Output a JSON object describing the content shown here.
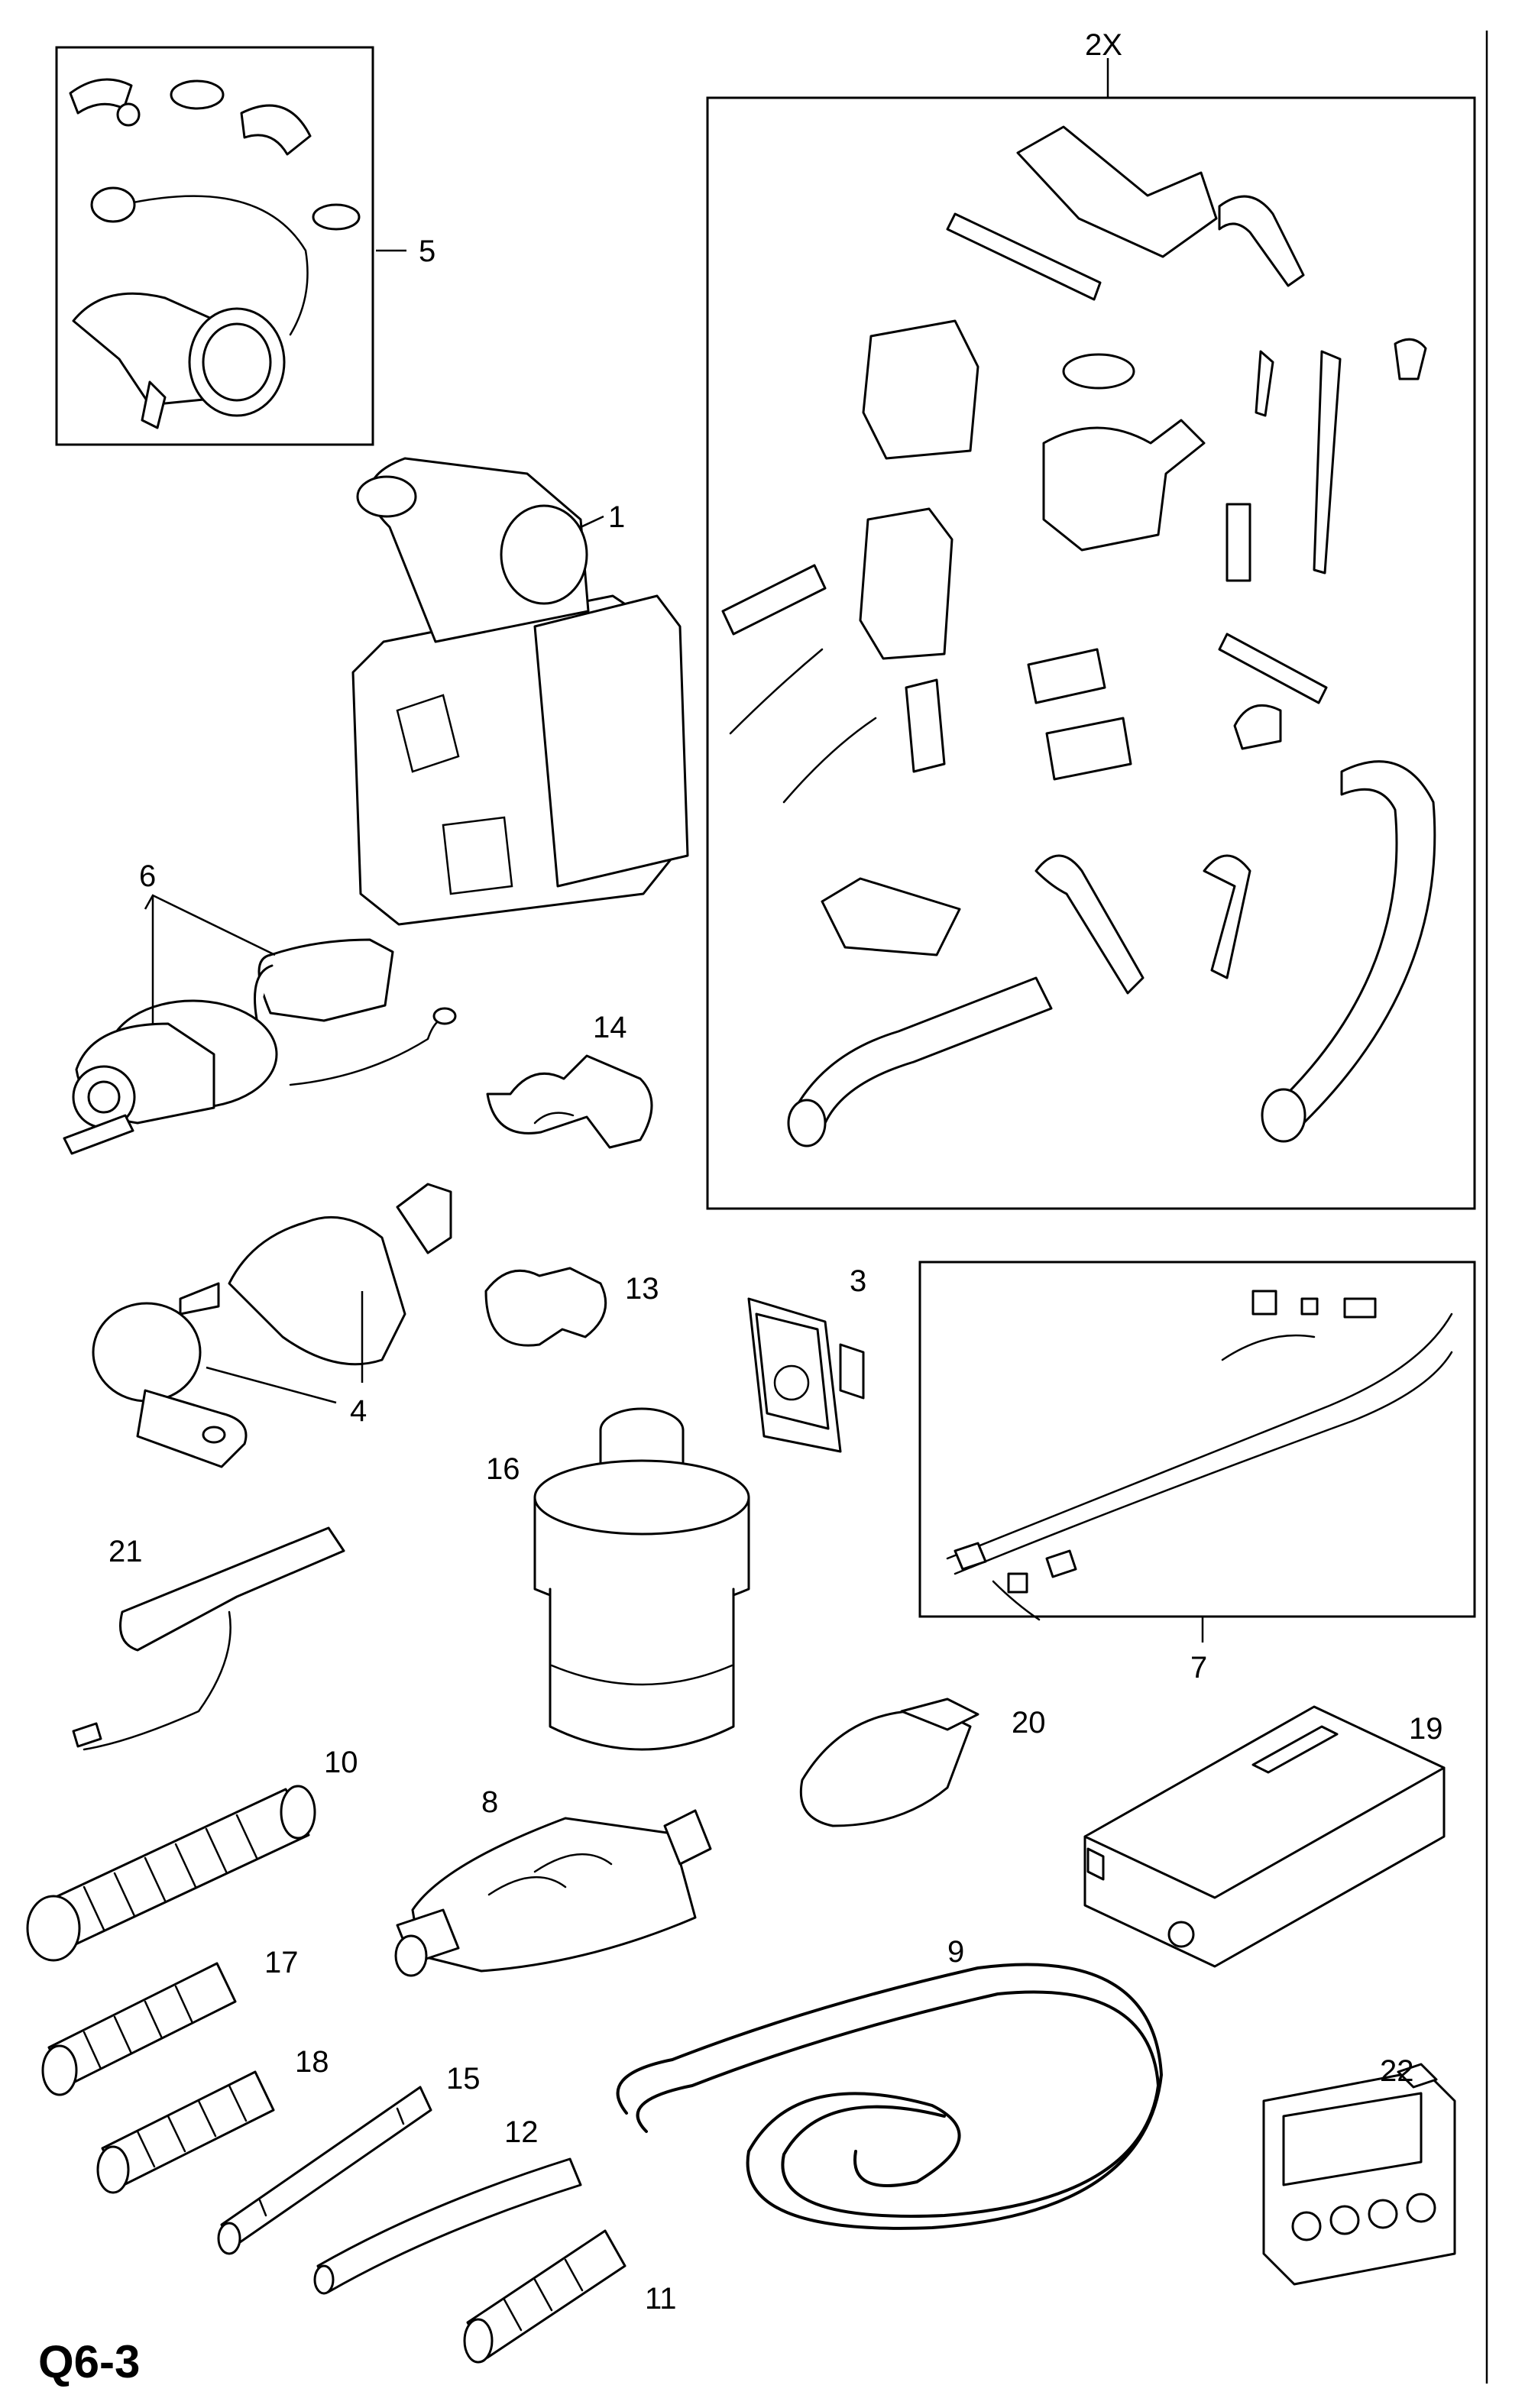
{
  "diagram_code": "Q6-3",
  "callouts": {
    "c2x": "2X",
    "c1": "1",
    "c3": "3",
    "c4": "4",
    "c5": "5",
    "c6": "6",
    "c7": "7",
    "c8": "8",
    "c9": "9",
    "c10": "10",
    "c11": "11",
    "c12": "12",
    "c13": "13",
    "c14": "14",
    "c15": "15",
    "c16": "16",
    "c17": "17",
    "c18": "18",
    "c19": "19",
    "c20": "20",
    "c21": "21",
    "c22": "22"
  }
}
